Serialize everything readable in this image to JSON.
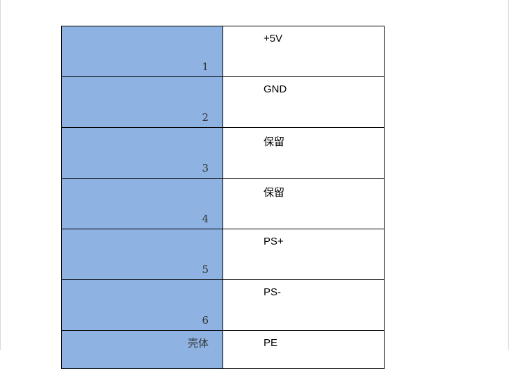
{
  "pin_table": {
    "rows": [
      {
        "pin": "1",
        "signal": "+5V"
      },
      {
        "pin": "2",
        "signal": "GND"
      },
      {
        "pin": "3",
        "signal": "保留"
      },
      {
        "pin": "4",
        "signal": "保留"
      },
      {
        "pin": "5",
        "signal": "PS+"
      },
      {
        "pin": "6",
        "signal": "PS-"
      },
      {
        "pin": "壳体",
        "signal": "PE"
      }
    ]
  },
  "colors": {
    "pin_column_fill": "#8eb3e3",
    "border": "#000000"
  }
}
